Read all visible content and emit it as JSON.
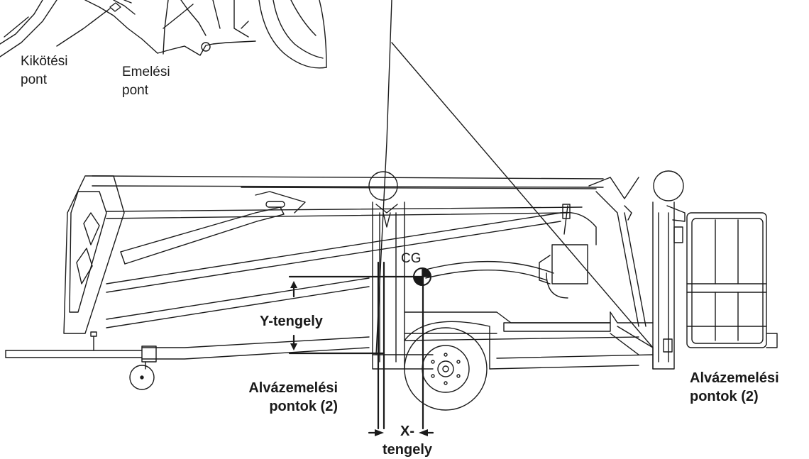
{
  "labels": {
    "tie_point": [
      "Kikötési",
      "pont"
    ],
    "lift_point": [
      "Emelési",
      "pont"
    ],
    "cg": "CG",
    "y_axis": "Y-tengely",
    "x_axis": [
      "X-",
      "tengely"
    ],
    "chassis_left": [
      "Alvázemelési",
      "pontok (2)"
    ],
    "chassis_right": [
      "Alvázemelési",
      "pontok (2)"
    ]
  },
  "colors": {
    "line": "#1a1a1a",
    "background": "#ffffff"
  }
}
